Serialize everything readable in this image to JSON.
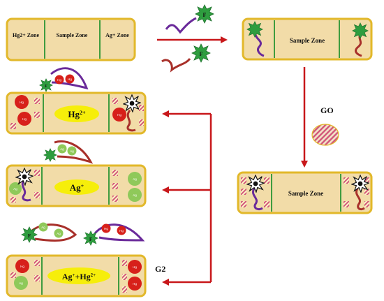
{
  "colors": {
    "zone_fill": "#f2dca8",
    "zone_border": "#e2b82a",
    "divider": "#3f9c3f",
    "arrow": "#c8171a",
    "fluor": "#2e9d3f",
    "probe_hg": "#6a2a9a",
    "probe_ag": "#a8302a",
    "hg_ball": "#d7201a",
    "ag_ball": "#8fc95a",
    "target_oval": "#f6ee0a",
    "go_stripe": "#d2567a"
  },
  "top_strip": {
    "hg_zone": "Hg2+ Zone",
    "sample_zone": "Sample Zone",
    "ag_zone": "Ag+ Zone"
  },
  "fluor_label": "F",
  "sample_zone_label": "Sample Zone",
  "go_label": "GO",
  "g2_label": "G2",
  "ion_hg": "Hg",
  "ion_hg_charge": "2+",
  "ion_ag": "Ag",
  "ion_ag_charge": "+",
  "result_hg": {
    "base": "Hg",
    "sup": "2+"
  },
  "result_ag": {
    "base": "Ag",
    "sup": "+"
  },
  "result_both": {
    "base1": "Ag",
    "sup1": "+",
    "plus": "+",
    "base2": "Hg",
    "sup2": "2+"
  }
}
